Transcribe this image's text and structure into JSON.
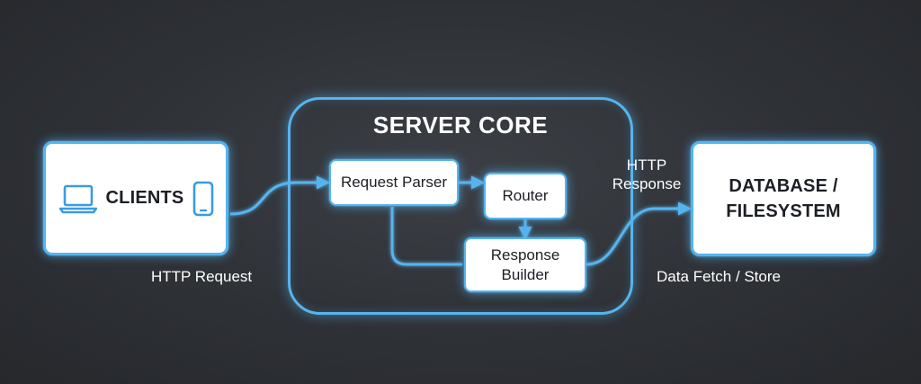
{
  "server_core": {
    "title": "SERVER CORE"
  },
  "clients": {
    "label": "CLIENTS",
    "left_icon": "laptop-icon",
    "right_icon": "smartphone-icon"
  },
  "database": {
    "label_line1": "DATABASE /",
    "label_line2": "FILESYSTEM"
  },
  "components": {
    "request_parser": "Request Parser",
    "router": "Router",
    "response_builder_line1": "Response",
    "response_builder_line2": "Builder"
  },
  "edge_labels": {
    "http_request": "HTTP Request",
    "http_response_line1": "HTTP",
    "http_response_line2": "Response",
    "data_fetch_store": "Data Fetch / Store"
  },
  "colors": {
    "accent": "#56b4ef",
    "background": "#2e3136",
    "box_fill": "#ffffff",
    "text_dark": "#1c1f24"
  }
}
